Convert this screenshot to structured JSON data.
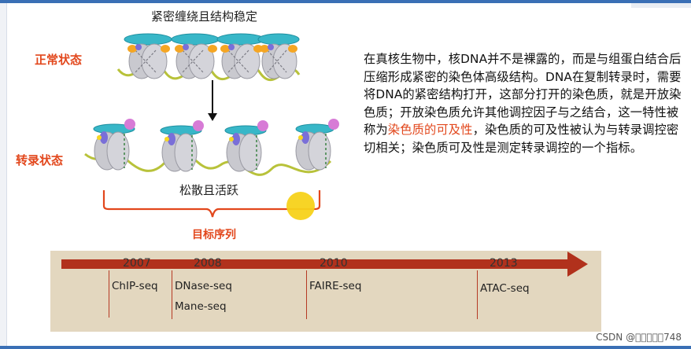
{
  "diagram": {
    "top_title": "紧密缠绕且结构稳定",
    "state_normal": "正常状态",
    "state_transcription": "转录状态",
    "loose_label": "松散且活跃",
    "target_label": "目标序列"
  },
  "description": {
    "part1": "在真核生物中，核DNA并不是裸露的，而是与组蛋白结合后压缩形成紧密的染色体高级结构。DNA在复制转录时，需要将DNA的紧密结构打开，这部分打开的染色质，就是开放染色质；开放染色质允许其他调控因子与之结合，这一特性被称为",
    "highlight": "染色质的可及性",
    "part2": "，染色质的可及性被认为与转录调控密切相关；染色质可及性是测定转录调控的一个指标。"
  },
  "timeline": {
    "years": [
      "2007",
      "2008",
      "2010",
      "2013"
    ],
    "methods": [
      "ChIP-seq",
      "DNase-seq",
      "Mane-seq",
      "FAIRE-seq",
      "ATAC-seq"
    ]
  },
  "watermark": "CSDN @\u0000\u0000\u0000\u0000\u0000748",
  "colors": {
    "accent_red": "#e2471c",
    "arrow_red": "#b1311c",
    "timeline_bg": "#e3d7bf",
    "histone_blue": "#38b7c8",
    "histone_body": "#c9c9cf",
    "dna_strand": "#b8c23a",
    "highlight_yellow": "#f7d21a",
    "frame_blue": "#3a6fb5"
  }
}
